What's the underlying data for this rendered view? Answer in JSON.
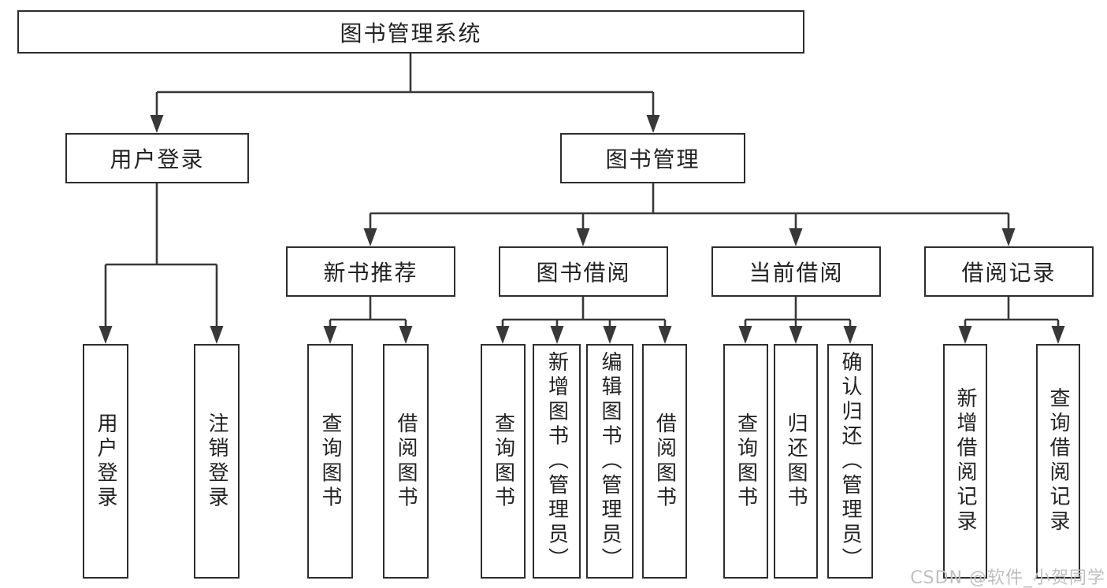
{
  "diagram": {
    "root": {
      "label": "图书管理系统"
    },
    "branches": [
      {
        "label": "用户登录",
        "leaves": [
          {
            "label": "用户登录"
          },
          {
            "label": "注销登录"
          }
        ]
      },
      {
        "label": "图书管理",
        "children": [
          {
            "label": "新书推荐",
            "leaves": [
              {
                "label": "查询图书"
              },
              {
                "label": "借阅图书"
              }
            ]
          },
          {
            "label": "图书借阅",
            "leaves": [
              {
                "label": "查询图书"
              },
              {
                "label": "新增图书（管理员）"
              },
              {
                "label": "编辑图书（管理员）"
              },
              {
                "label": "借阅图书"
              }
            ]
          },
          {
            "label": "当前借阅",
            "leaves": [
              {
                "label": "查询图书"
              },
              {
                "label": "归还图书"
              },
              {
                "label": "确认归还（管理员）"
              }
            ]
          },
          {
            "label": "借阅记录",
            "leaves": [
              {
                "label": "新增借阅记录"
              },
              {
                "label": "查询借阅记录"
              }
            ]
          }
        ]
      }
    ]
  },
  "watermark": {
    "text": "CSDN @软件_小贺同学"
  },
  "colors": {
    "line": "#383838",
    "border": "#2d2d2d",
    "text": "#222222",
    "background": "#ffffff",
    "watermark": "#bfbfbf"
  }
}
